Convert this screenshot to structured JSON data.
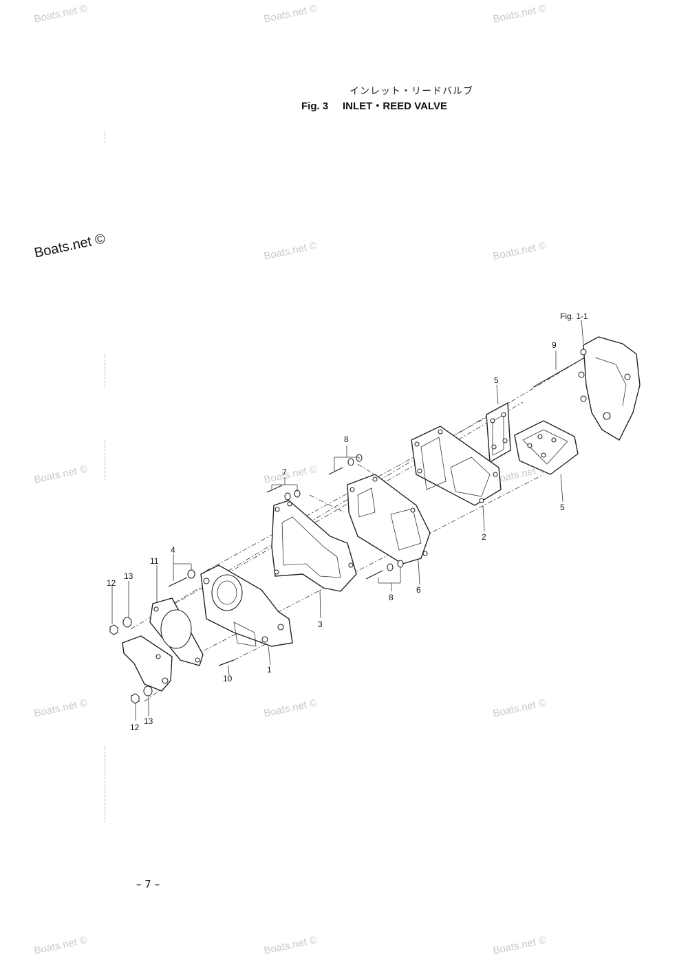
{
  "header": {
    "title_jp": "インレット・リードバルブ",
    "title_en": "Fig. 3     INLET・REED VALVE"
  },
  "watermark": "Boats.net ©",
  "page_number": "– 7 –",
  "diagram": {
    "reference": "Fig. 1-1",
    "callouts": {
      "c1": "1",
      "c2": "2",
      "c3": "3",
      "c4": "4",
      "c5a": "5",
      "c5b": "5",
      "c6": "6",
      "c7": "7",
      "c8a": "8",
      "c8b": "8",
      "c9": "9",
      "c10": "10",
      "c11": "11",
      "c12a": "12",
      "c12b": "12",
      "c13a": "13",
      "c13b": "13"
    }
  }
}
